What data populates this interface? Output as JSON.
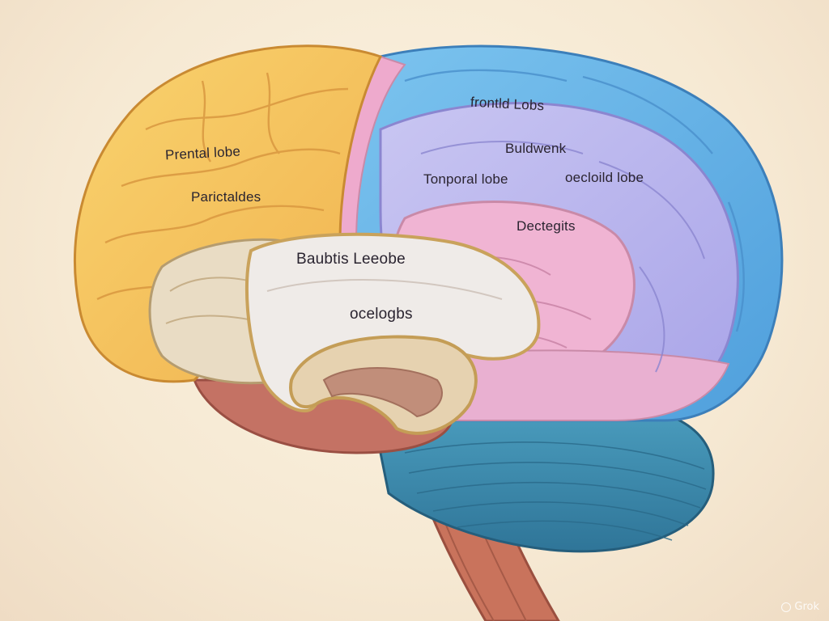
{
  "labels": {
    "frontal_top": "Prental lobe",
    "parietal": "Parictaldes",
    "frontal_right": "frontld Lobs",
    "blue_mid": "Buldwenk",
    "temporal": "Tonporal lobe",
    "occipital": "oecloild lobe",
    "pink": "Dectegits",
    "white_top": "Baubtis Leeobe",
    "white_bottom": "ocelogbs"
  },
  "watermark": "Grok",
  "colors": {
    "frontal": "#f7c765",
    "parietal_blue": "#6ab6e8",
    "temporal_lavender": "#b7b3ec",
    "pink": "#eeaed0",
    "limbic_white": "#eee8e6",
    "cerebellum": "#3f8fb2",
    "brainstem": "#c46f5a"
  }
}
